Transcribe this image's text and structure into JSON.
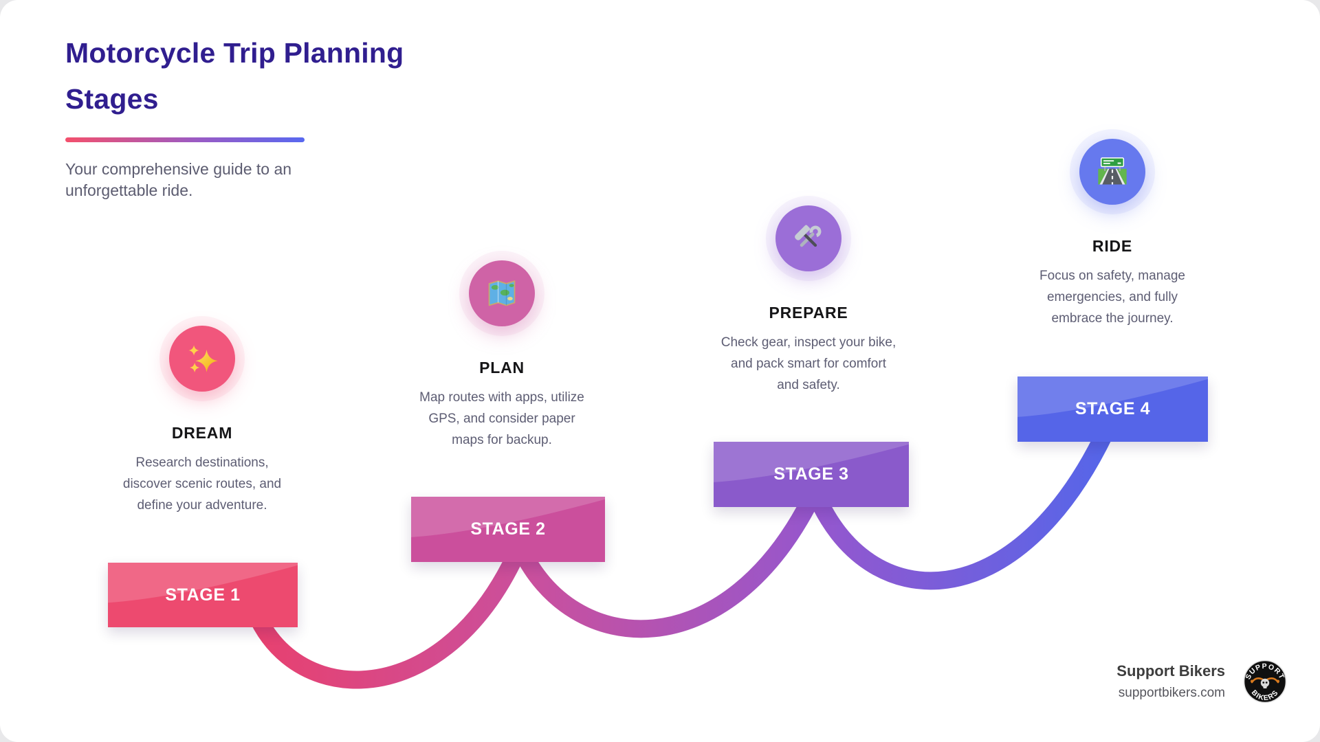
{
  "header": {
    "title": "Motorcycle Trip Planning\nStages",
    "subtitle": "Your comprehensive guide to an\nunforgettable ride.",
    "title_color": "#301E8F",
    "underline_gradient": [
      "#F4506C",
      "#5868F0"
    ]
  },
  "stages": [
    {
      "name": "DREAM",
      "description": "Research destinations,\ndiscover scenic routes, and\ndefine your adventure.",
      "stage_label": "STAGE 1",
      "icon": "sparkles-icon",
      "circle_color": "#F1567C",
      "box_color": "#ED4A6F"
    },
    {
      "name": "PLAN",
      "description": "Map routes with apps, utilize\nGPS, and consider paper\nmaps for backup.",
      "stage_label": "STAGE 2",
      "icon": "map-icon",
      "circle_color": "#CF63A6",
      "box_color": "#CB4F9C"
    },
    {
      "name": "PREPARE",
      "description": "Check gear, inspect your bike,\nand pack smart for comfort\nand safety.",
      "stage_label": "STAGE 3",
      "icon": "tools-icon",
      "circle_color": "#9B6ED7",
      "box_color": "#8A5ACB"
    },
    {
      "name": "RIDE",
      "description": "Focus on safety, manage\nemergencies, and fully\nembrace the journey.",
      "stage_label": "STAGE 4",
      "icon": "motorway-icon",
      "circle_color": "#6679EE",
      "box_color": "#5565E8"
    }
  ],
  "connector": {
    "gradient": [
      "#E9406D",
      "#C9509E",
      "#9457CE",
      "#5566E9"
    ]
  },
  "footer": {
    "brand": "Support Bikers",
    "website": "supportbikers.com",
    "logo_text_top": "SUPPORT",
    "logo_text_bottom": "BIKERS"
  }
}
